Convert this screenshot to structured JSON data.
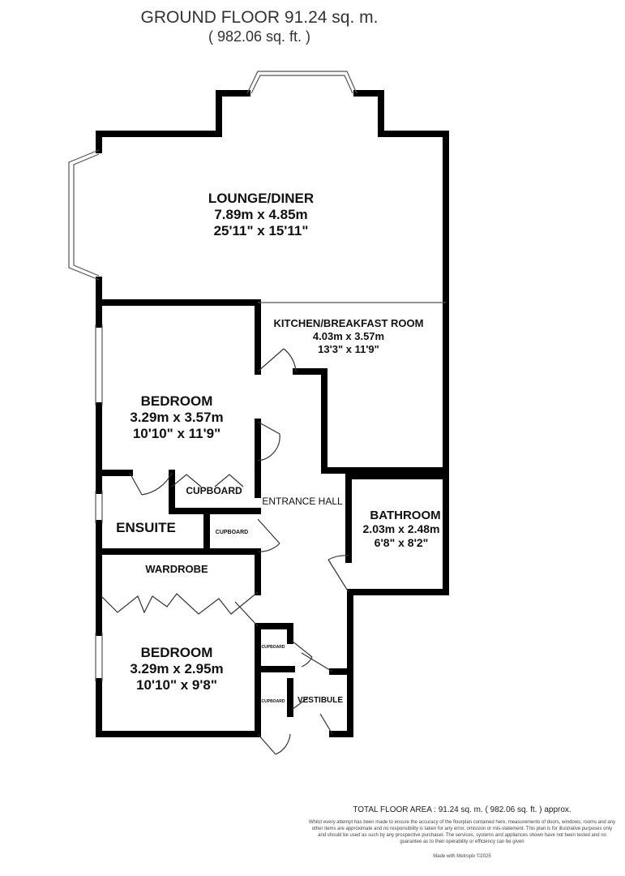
{
  "header": {
    "title": "GROUND FLOOR 91.24 sq. m.",
    "subtitle": "( 982.06 sq. ft. )"
  },
  "rooms": [
    {
      "name": "LOUNGE/DINER",
      "metric": "7.89m x 4.85m",
      "imperial": "25'11\" x 15'11\""
    },
    {
      "name": "KITCHEN/BREAKFAST ROOM",
      "metric": "4.03m x 3.57m",
      "imperial": "13'3\" x 11'9\""
    },
    {
      "name": "BEDROOM",
      "metric": "3.29m x 3.57m",
      "imperial": "10'10\" x 11'9\""
    },
    {
      "name": "BATHROOM",
      "metric": "2.03m x 2.48m",
      "imperial": "6'8\" x 8'2\""
    },
    {
      "name": "BEDROOM",
      "metric": "3.29m x 2.95m",
      "imperial": "10'10\" x 9'8\""
    }
  ],
  "labels": {
    "cupboard": "CUPBOARD",
    "entrance_hall": "ENTRANCE HALL",
    "ensuite": "ENSUITE",
    "wardrobe": "WARDROBE",
    "vestibule": "VESTIBULE"
  },
  "footer": {
    "total": "TOTAL FLOOR AREA : 91.24 sq. m. ( 982.06 sq. ft. ) approx.",
    "disclaimer": "Whilst every attempt has been made to ensure the accuracy of the floorplan contained here, measurements of doors, windows, rooms and any other items are approximate and no responsibility is taken for any error, omission or mis-statement. This plan is for illustrative purposes only and should be used as such by any prospective purchaser. The services, systems and appliances shown have not been tested and no guarantee as to their operability or efficiency can be given",
    "credit": "Made with Metropix ©2025"
  }
}
